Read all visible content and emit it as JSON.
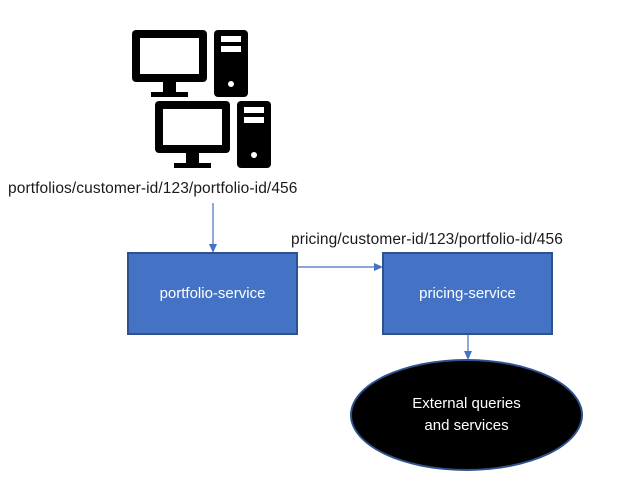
{
  "diagram": {
    "icons": [
      {
        "name": "desktop-computer",
        "description": "monitor and tower (top)"
      },
      {
        "name": "desktop-computer",
        "description": "monitor and tower (bottom)"
      }
    ],
    "client_request_label": "portfolios/customer-id/123/portfolio-id/456",
    "service_request_label": "pricing/customer-id/123/portfolio-id/456",
    "nodes": {
      "portfolio_service": "portfolio-service",
      "pricing_service": "pricing-service",
      "external": {
        "line1": "External queries",
        "line2": "and services"
      }
    },
    "edges": [
      {
        "from": "clients",
        "to": "portfolio-service"
      },
      {
        "from": "portfolio-service",
        "to": "pricing-service"
      },
      {
        "from": "pricing-service",
        "to": "external-queries-and-services"
      }
    ],
    "colors": {
      "service_fill": "#4472c4",
      "service_border": "#2f528f",
      "arrow": "#4472c4",
      "external_fill": "#000000",
      "icon": "#000000"
    }
  }
}
